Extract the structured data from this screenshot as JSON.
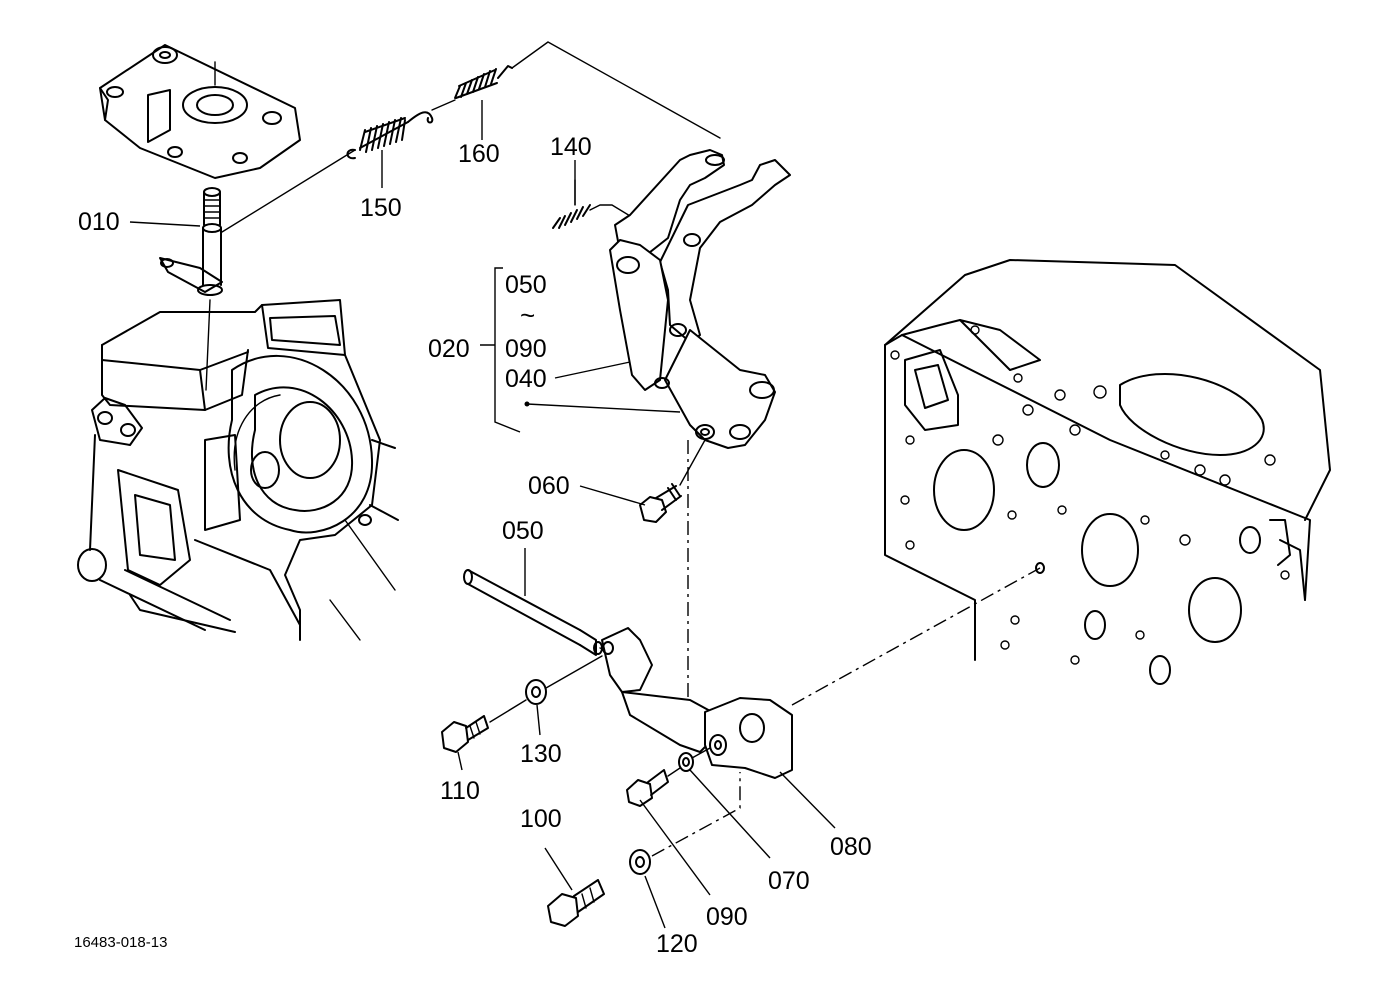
{
  "parts": {
    "p010": "010",
    "p020": "020",
    "p040": "040",
    "p050_range_start": "050",
    "p_range_tilde": "~",
    "p090_range_end": "090",
    "p050": "050",
    "p060": "060",
    "p070": "070",
    "p080": "080",
    "p090": "090",
    "p100": "100",
    "p110": "110",
    "p120": "120",
    "p130": "130",
    "p140": "140",
    "p150": "150",
    "p160": "160"
  },
  "reference_number": "16483-018-13"
}
